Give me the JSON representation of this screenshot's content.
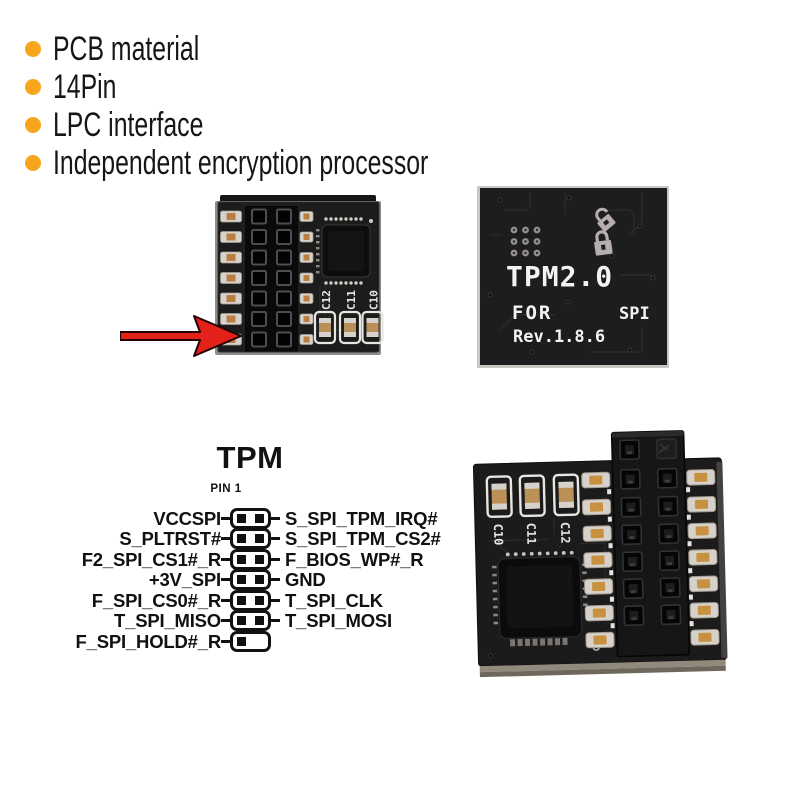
{
  "features": {
    "items": [
      {
        "label": "PCB material"
      },
      {
        "label": "14Pin"
      },
      {
        "label": "LPC interface"
      },
      {
        "label": "Independent encryption processor"
      }
    ]
  },
  "front_module": {
    "cap_labels": [
      "C12",
      "C11",
      "C10"
    ]
  },
  "back_module": {
    "model": "TPM2.0",
    "for_label": "FOR",
    "interface_label": "SPI",
    "revision": "Rev.1.8.6"
  },
  "pinout": {
    "title": "TPM",
    "pin1_label": "PIN 1",
    "rows": [
      {
        "left": "VCCSPI",
        "right": "S_SPI_TPM_IRQ#"
      },
      {
        "left": "S_PLTRST#",
        "right": "S_SPI_TPM_CS2#"
      },
      {
        "left": "F2_SPI_CS1#_R",
        "right": "F_BIOS_WP#_R"
      },
      {
        "left": "+3V_SPI",
        "right": "GND"
      },
      {
        "left": "F_SPI_CS0#_R",
        "right": "T_SPI_CLK"
      },
      {
        "left": "T_SPI_MISO",
        "right": "T_SPI_MOSI"
      },
      {
        "left": "F_SPI_HOLD#_R",
        "right": ""
      }
    ]
  },
  "iso_module": {
    "cap_labels": [
      "C10",
      "C11",
      "C12"
    ]
  },
  "colors": {
    "bullet_orange": "#F7A51C",
    "arrow_red": "#E32119",
    "pcb_black": "#1C1C1D",
    "silkscreen_white": "#F2F2F2",
    "diagram_ink": "#111111",
    "pad_silver": "#D7D2CC",
    "pad_copper": "#B97F42",
    "lock_gray": "#B5ADB0"
  }
}
